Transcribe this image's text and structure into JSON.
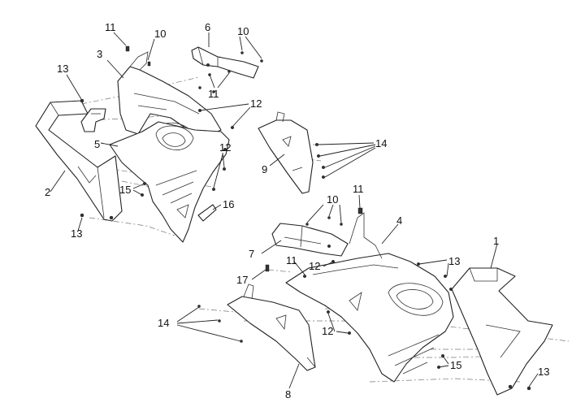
{
  "callouts": [
    {
      "id": "11a",
      "text": "11"
    },
    {
      "id": "10a",
      "text": "10"
    },
    {
      "id": "6",
      "text": "6"
    },
    {
      "id": "10b",
      "text": "10"
    },
    {
      "id": "3",
      "text": "3"
    },
    {
      "id": "13a",
      "text": "13"
    },
    {
      "id": "11b",
      "text": "11"
    },
    {
      "id": "12a",
      "text": "12"
    },
    {
      "id": "5",
      "text": "5"
    },
    {
      "id": "12b",
      "text": "12"
    },
    {
      "id": "14a",
      "text": "14"
    },
    {
      "id": "9",
      "text": "9"
    },
    {
      "id": "2",
      "text": "2"
    },
    {
      "id": "15a",
      "text": "15"
    },
    {
      "id": "16",
      "text": "16"
    },
    {
      "id": "13b",
      "text": "13"
    },
    {
      "id": "11c",
      "text": "11"
    },
    {
      "id": "10c",
      "text": "10"
    },
    {
      "id": "4",
      "text": "4"
    },
    {
      "id": "1",
      "text": "1"
    },
    {
      "id": "7",
      "text": "7"
    },
    {
      "id": "11d",
      "text": "11"
    },
    {
      "id": "12c",
      "text": "12"
    },
    {
      "id": "13c",
      "text": "13"
    },
    {
      "id": "17",
      "text": "17"
    },
    {
      "id": "14b",
      "text": "14"
    },
    {
      "id": "12d",
      "text": "12"
    },
    {
      "id": "15b",
      "text": "15"
    },
    {
      "id": "13d",
      "text": "13"
    },
    {
      "id": "8",
      "text": "8"
    }
  ]
}
